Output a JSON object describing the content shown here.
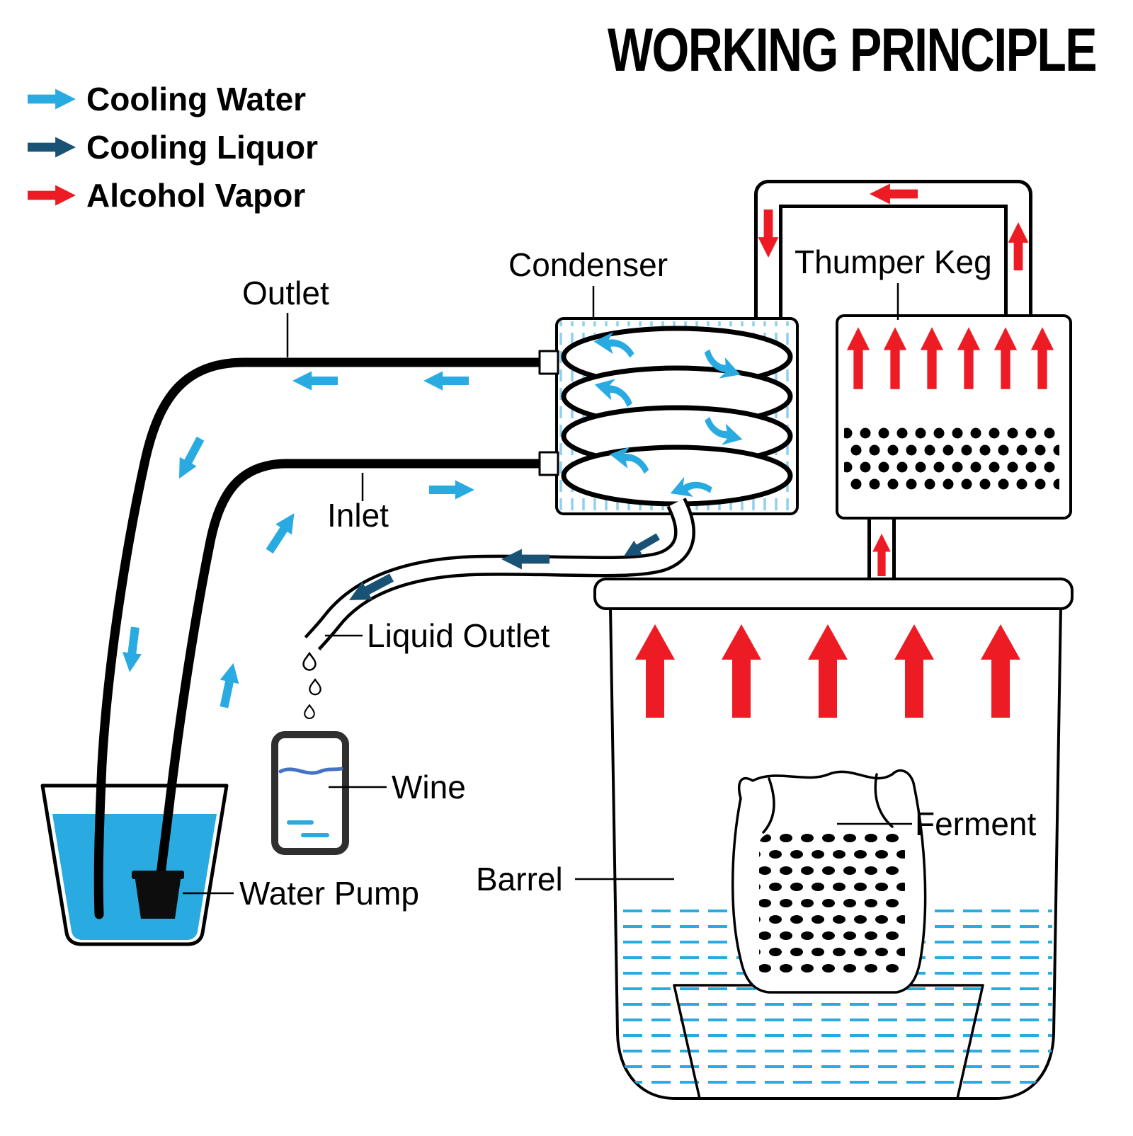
{
  "title": "WORKING PRINCIPLE",
  "legend": {
    "items": [
      {
        "label": "Cooling Water",
        "color": "#29ABE2"
      },
      {
        "label": "Cooling Liquor",
        "color": "#1A5276"
      },
      {
        "label": "Alcohol Vapor",
        "color": "#ED1C24"
      }
    ]
  },
  "labels": {
    "condenser": "Condenser",
    "thumper_keg": "Thumper Keg",
    "outlet": "Outlet",
    "inlet": "Inlet",
    "liquid_outlet": "Liquid Outlet",
    "wine": "Wine",
    "water_pump": "Water Pump",
    "barrel": "Barrel",
    "ferment": "Ferment"
  },
  "colors": {
    "cooling_water": "#29ABE2",
    "cooling_liquor": "#1A5276",
    "alcohol_vapor": "#ED1C24",
    "water": "#29ABE2",
    "hatch": "#8FD0EE",
    "wine_line": "#4472C4"
  }
}
